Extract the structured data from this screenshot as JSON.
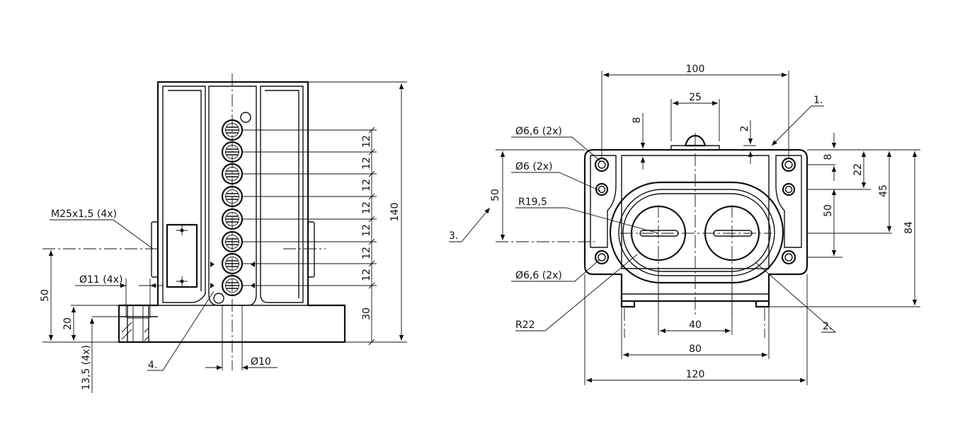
{
  "left_view": {
    "dim_height_total": "140",
    "dim_pitch": "12",
    "dim_bottom": "30",
    "dim_thread": "M25x1,5 (4x)",
    "dim_hole": "Ø11 (4x)",
    "dim_height_50": "50",
    "dim_height_20": "20",
    "dim_counterbore": "13,5 (4x)",
    "dim_diameter_10": "Ø10",
    "callout_4": "4."
  },
  "right_view": {
    "dim_width_100": "100",
    "dim_width_25": "25",
    "dim_8_top": "8",
    "dim_2_top": "2",
    "callout_1": "1.",
    "hole_66_top": "Ø6,6 (2x)",
    "hole_6": "Ø6 (2x)",
    "dim_50_left": "50",
    "callout_3": "3.",
    "radius_195": "R19,5",
    "hole_66_bottom": "Ø6,6 (2x)",
    "radius_22": "R22",
    "callout_2": "2.",
    "dim_8_right": "8",
    "dim_22": "22",
    "dim_50_right": "50",
    "dim_45": "45",
    "dim_84": "84",
    "dim_40": "40",
    "dim_80": "80",
    "dim_120": "120"
  }
}
